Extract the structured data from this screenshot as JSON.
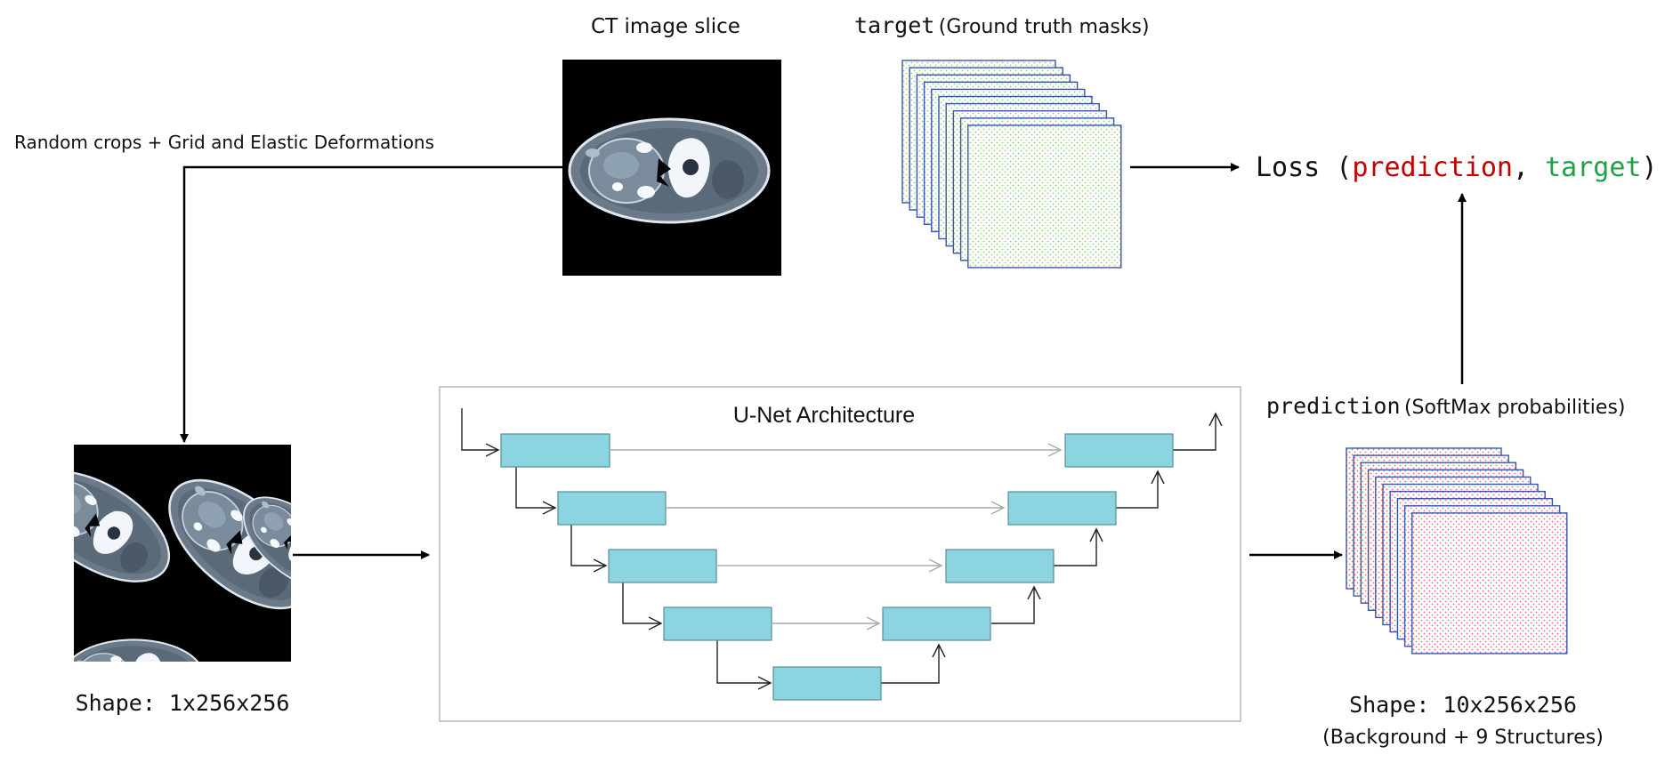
{
  "colors": {
    "prediction": "#c00000",
    "target": "#22a045",
    "unet_block": "#8cd4df",
    "unet_block_stroke": "#5a8f98",
    "mask_border": "#3a55a8",
    "target_dots": "#7dc46a",
    "prediction_dots": "#e85a6a"
  },
  "input": {
    "title": "CT image slice"
  },
  "augmentation": {
    "label": "Random crops + Grid and Elastic Deformations"
  },
  "crop": {
    "shape_label": "Shape: 1x256x256"
  },
  "target": {
    "code": "target",
    "description": "(Ground truth masks)"
  },
  "loss": {
    "prefix": "Loss (",
    "arg1": "prediction",
    "sep": ", ",
    "arg2": "target",
    "suffix": ")"
  },
  "unet": {
    "title": "U-Net Architecture"
  },
  "prediction": {
    "code": "prediction",
    "description": "(SoftMax probabilities)",
    "shape_label": "Shape: 10x256x256",
    "classes_label": "(Background + 9 Structures)"
  }
}
